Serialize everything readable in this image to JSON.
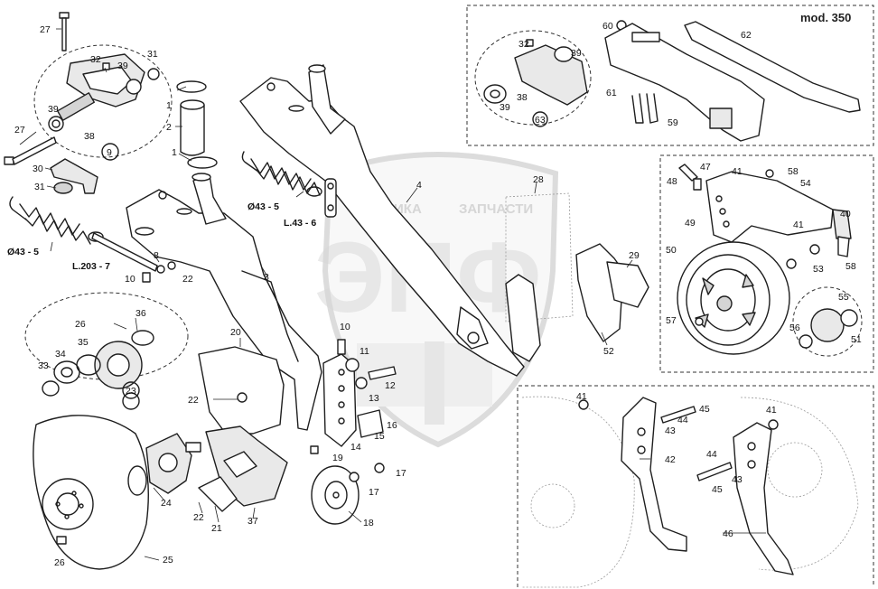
{
  "model_label": "mod. 350",
  "watermark": {
    "line1": "ТЕХНИКА",
    "line2": "ЗАПЧАСТИ",
    "logo": "ЭПФ"
  },
  "callouts": {
    "c27a": "27",
    "c31a": "31",
    "c32a": "32",
    "c39a": "39",
    "c39b": "39",
    "c38a": "38",
    "c9": "9",
    "c27b": "27",
    "c30": "30",
    "c31b": "31",
    "c43_5a": "Ø43 - 5",
    "c203_7": "L.203 - 7",
    "c8": "8",
    "c10a": "10",
    "c22a": "22",
    "c1a": "1",
    "c2": "2",
    "c1b": "1",
    "c43_5b": "Ø43 - 5",
    "c43_6": "L.43 - 6",
    "c3": "3",
    "c4": "4",
    "c60": "60",
    "c32b": "32",
    "c39c": "39",
    "c61": "61",
    "c38b": "38",
    "c39d": "39",
    "c63": "63",
    "c59": "59",
    "c62": "62",
    "c28": "28",
    "c29": "29",
    "c52": "52",
    "c47": "47",
    "c48": "48",
    "c41a": "41",
    "c58a": "58",
    "c54": "54",
    "c49": "49",
    "c41b": "41",
    "c40": "40",
    "c58b": "58",
    "c50": "50",
    "c53": "53",
    "c57": "57",
    "c55": "55",
    "c56": "56",
    "c51": "51",
    "c26a": "26",
    "c36": "36",
    "c34": "34",
    "c35": "35",
    "c33": "33",
    "c23": "23",
    "c20": "20",
    "c22b": "22",
    "c10b": "10",
    "c11": "11",
    "c12": "12",
    "c13": "13",
    "c16": "16",
    "c15": "15",
    "c14": "14",
    "c19": "19",
    "c17a": "17",
    "c17b": "17",
    "c18": "18",
    "c24": "24",
    "c22c": "22",
    "c21": "21",
    "c37": "37",
    "c25": "25",
    "c26b": "26",
    "c41c": "41",
    "c45a": "45",
    "c44a": "44",
    "c43a": "43",
    "c42": "42",
    "c41d": "41",
    "c44b": "44",
    "c43b": "43",
    "c45b": "45",
    "c46": "46"
  }
}
